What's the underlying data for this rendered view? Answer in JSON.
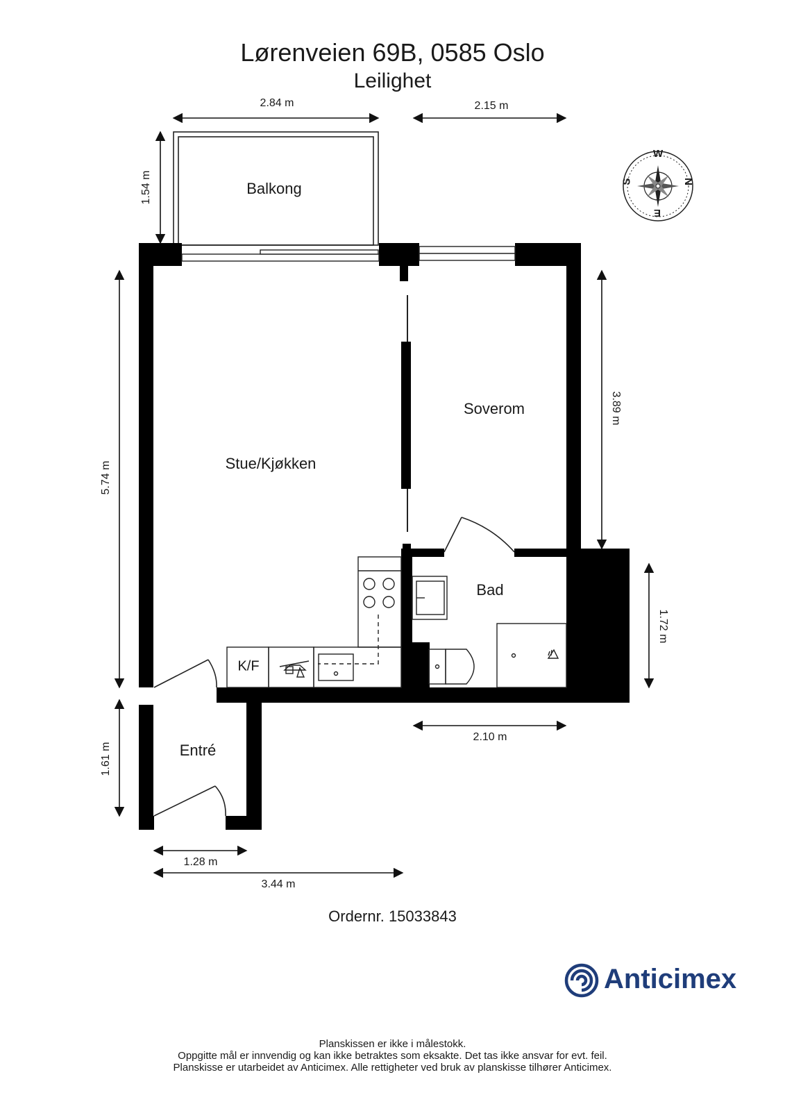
{
  "header": {
    "title": "Lørenveien 69B, 0585 Oslo",
    "subtitle": "Leilighet"
  },
  "rooms": {
    "balkong": "Balkong",
    "stue": "Stue/Kjøkken",
    "soverom": "Soverom",
    "bad": "Bad",
    "entre": "Entré",
    "kf": "K/F"
  },
  "dimensions": {
    "balcony_width": "2.84 m",
    "bedroom_width": "2.15 m",
    "balcony_depth": "1.54 m",
    "living_length": "5.74 m",
    "bedroom_length": "3.89 m",
    "bath_length": "1.72 m",
    "bath_width": "2.10 m",
    "entry_length": "1.61 m",
    "entry_width": "1.28 m",
    "total_width": "3.44 m"
  },
  "compass": {
    "n": "N",
    "s": "S",
    "e": "E",
    "w": "W"
  },
  "order": "Ordernr. 15033843",
  "brand": {
    "name": "Anticimex",
    "color": "#1f3d7a",
    "icon": "anticimex-logo-icon"
  },
  "footer": {
    "line1": "Planskissen er ikke i målestokk.",
    "line2": "Oppgitte mål er innvendig og kan ikke betraktes som eksakte. Det tas ikke ansvar for evt. feil.",
    "line3": "Planskisse er utarbeidet av Anticimex. Alle rettigheter ved bruk av planskisse tilhører Anticimex."
  }
}
